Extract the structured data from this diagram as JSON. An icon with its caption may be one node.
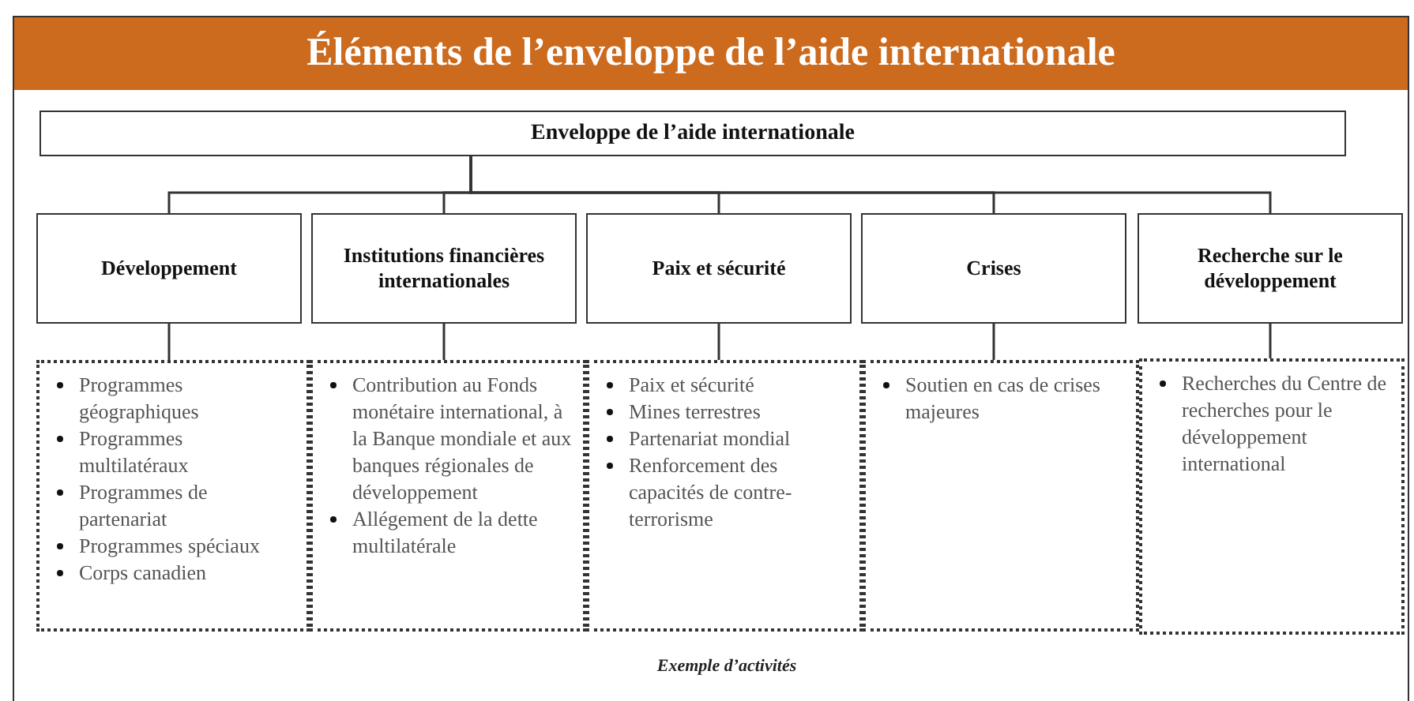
{
  "diagram": {
    "title": "Éléments de l’enveloppe de l’aide internationale",
    "caption": "Exemple d’activités",
    "nodes": [
      {
        "text": [
          "Enveloppe de l’aide internationale"
        ]
      },
      {
        "text": [
          "Développement"
        ]
      },
      {
        "text": [
          "Institutions financières internationales"
        ]
      },
      {
        "text": [
          "Paix et sécurité"
        ]
      },
      {
        "text": [
          "Crises"
        ]
      },
      {
        "text": [
          "Recherche sur le développement"
        ]
      },
      {
        "text": [
          "Programmes géographiques",
          "Programmes multilatéraux",
          "Programmes de partenariat",
          "Programmes spéciaux",
          "Corps canadien"
        ]
      },
      {
        "text": [
          "Contribution au Fonds monétaire international, à la Banque mondiale et aux banques régionales de développement",
          "Allégement de la dette multilatérale"
        ]
      },
      {
        "text": [
          "Paix et sécurité",
          "Mines terrestres",
          "Partenariat mondial",
          "Renforcement des capacités de contre-terrorisme"
        ]
      },
      {
        "text": [
          "Soutien en cas de crises majeures"
        ]
      },
      {
        "text": [
          "Recherches du Centre de recherches pour le développement international"
        ]
      }
    ],
    "edges": [
      {
        "from": 0,
        "to": 1,
        "arrow": "none"
      },
      {
        "from": 0,
        "to": 2,
        "arrow": "none"
      },
      {
        "from": 0,
        "to": 3,
        "arrow": "none"
      },
      {
        "from": 0,
        "to": 4,
        "arrow": "none"
      },
      {
        "from": 0,
        "to": 5,
        "arrow": "none"
      },
      {
        "from": 1,
        "to": 6,
        "arrow": "none"
      },
      {
        "from": 2,
        "to": 7,
        "arrow": "none"
      },
      {
        "from": 3,
        "to": 8,
        "arrow": "none"
      },
      {
        "from": 4,
        "to": 9,
        "arrow": "none"
      },
      {
        "from": 5,
        "to": 10,
        "arrow": "none"
      }
    ]
  }
}
